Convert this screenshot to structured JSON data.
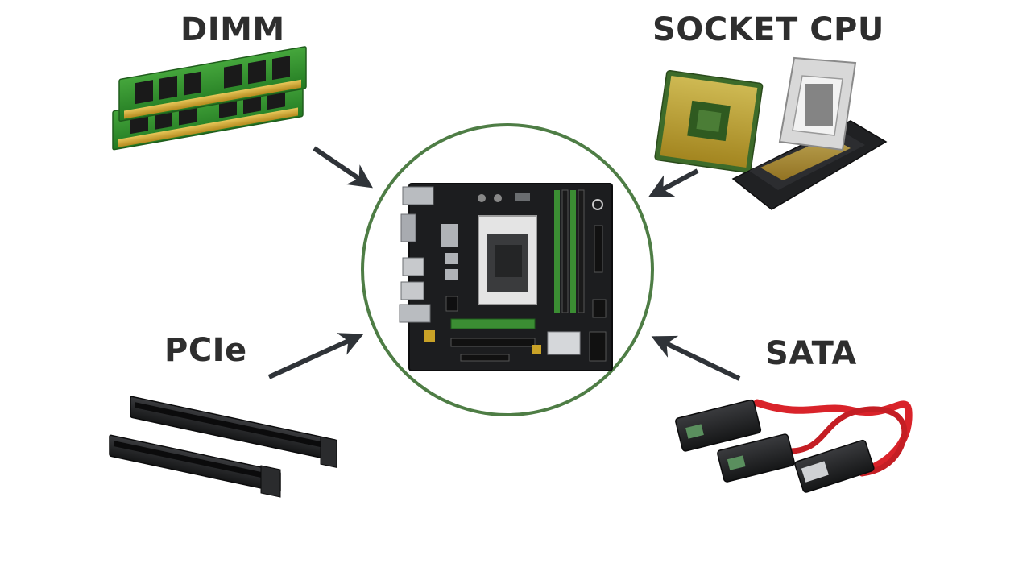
{
  "labels": {
    "dimm": "DIMM",
    "cpu": "SOCKET CPU",
    "pcie": "PCIe",
    "sata": "SATA"
  },
  "colors": {
    "circle": "#4e7d45",
    "arrow": "#2f3338",
    "pcb_green": "#2f8a2c",
    "board_black": "#1c1d1f",
    "sata_red": "#d9232a",
    "gold": "#c9a227"
  }
}
